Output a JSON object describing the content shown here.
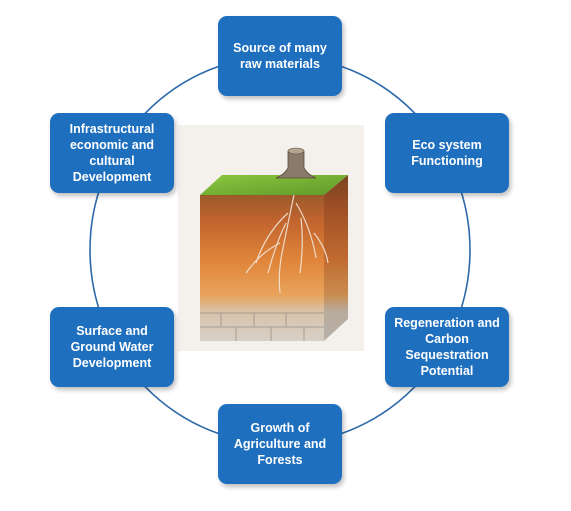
{
  "diagram": {
    "center_image": "soil-profile-cube",
    "accent_color": "#1f6fbf",
    "ring_color": "#2e6aa8",
    "nodes": [
      {
        "id": "n-top",
        "label": "Source of many\nraw materials"
      },
      {
        "id": "n-right1",
        "label": "Eco system\nFunctioning"
      },
      {
        "id": "n-right2",
        "label": "Regeneration and\nCarbon\nSequestration\nPotential"
      },
      {
        "id": "n-bottom",
        "label": "Growth of\nAgriculture and\nForests"
      },
      {
        "id": "n-left2",
        "label": "Surface and\nGround Water\nDevelopment"
      },
      {
        "id": "n-left1",
        "label": "Infrastructural\neconomic and\ncultural\nDevelopment"
      }
    ]
  }
}
